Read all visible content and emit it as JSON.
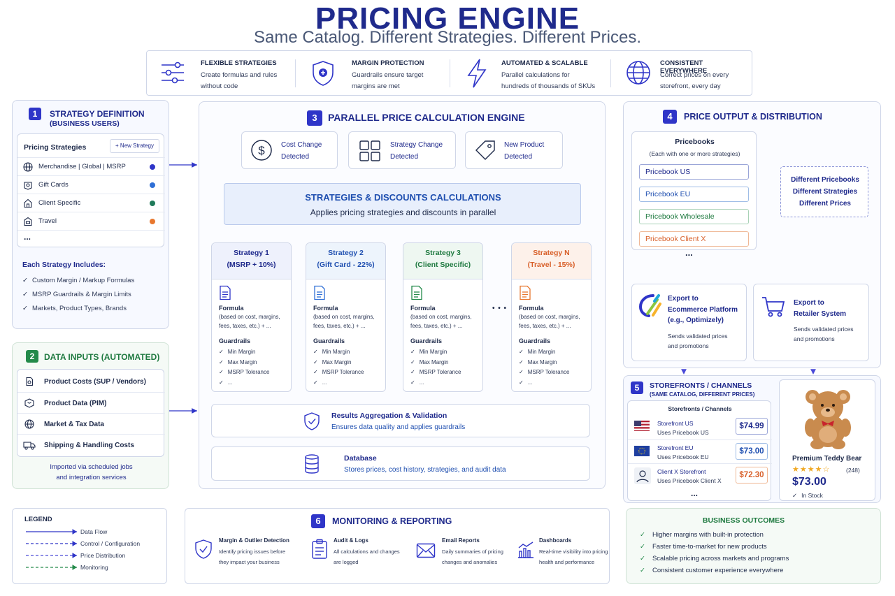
{
  "header": {
    "title": "PRICING ENGINE",
    "subtitle": "Same Catalog. Different Strategies. Different Prices."
  },
  "features": [
    {
      "title": "FLEXIBLE STRATEGIES",
      "desc1": "Create formulas and rules",
      "desc2": "without code",
      "icon": "sliders-icon"
    },
    {
      "title": "MARGIN PROTECTION",
      "desc1": "Guardrails ensure target",
      "desc2": "margins are met",
      "icon": "shield-icon"
    },
    {
      "title": "AUTOMATED & SCALABLE",
      "desc1": "Parallel calculations for",
      "desc2": "hundreds of thousands of SKUs",
      "icon": "lightning-icon"
    },
    {
      "title": "CONSISTENT EVERYWHERE",
      "desc1": "Correct prices on every",
      "desc2": "storefront, every day",
      "icon": "globe-icon"
    }
  ],
  "strategy_definition": {
    "number": "1",
    "title1": "STRATEGY DEFINITION",
    "title2": "(BUSINESS USERS)",
    "list_title": "Pricing Strategies",
    "new_button": "+ New Strategy",
    "items": [
      {
        "label": "Merchandise | Global | MSRP",
        "color": "#2f35c8",
        "icon": "globe-icon"
      },
      {
        "label": "Gift Cards",
        "color": "#2f6fd6",
        "icon": "gift-icon"
      },
      {
        "label": "Client Specific",
        "color": "#1f7a5a",
        "icon": "home-icon"
      },
      {
        "label": "Travel",
        "color": "#e8772e",
        "icon": "bag-icon"
      }
    ],
    "more": "...",
    "includes_title": "Each Strategy Includes:",
    "includes": [
      "Custom Margin / Markup Formulas",
      "MSRP Guardrails & Margin Limits",
      "Markets, Product Types, Brands"
    ]
  },
  "data_inputs": {
    "number": "2",
    "title": "DATA INPUTS (AUTOMATED)",
    "items": [
      {
        "label": "Product Costs (SUP / Vendors)",
        "icon": "cost-icon"
      },
      {
        "label": "Product Data (PIM)",
        "icon": "box-icon"
      },
      {
        "label": "Market & Tax Data",
        "icon": "globe-icon"
      },
      {
        "label": "Shipping & Handling Costs",
        "icon": "truck-icon"
      }
    ],
    "footer1": "Imported via scheduled jobs",
    "footer2": "and integration services"
  },
  "engine": {
    "number": "3",
    "title": "PARALLEL PRICE CALCULATION ENGINE",
    "triggers": [
      {
        "line1": "Cost Change",
        "line2": "Detected",
        "icon": "dollar-icon"
      },
      {
        "line1": "Strategy Change",
        "line2": "Detected",
        "icon": "grid-icon"
      },
      {
        "line1": "New Product",
        "line2": "Detected",
        "icon": "tag-icon"
      }
    ],
    "calc_title": "STRATEGIES & DISCOUNTS CALCULATIONS",
    "calc_sub": "Applies pricing strategies and discounts in parallel",
    "strategies": [
      {
        "name": "Strategy 1",
        "detail": "(MSRP + 10%)",
        "color": "#1f2a8c",
        "bg": "#eef1fc",
        "icon_color": "#2f35c8"
      },
      {
        "name": "Strategy 2",
        "detail": "(Gift Card - 22%)",
        "color": "#1f4fb0",
        "bg": "#edf4fc",
        "icon_color": "#2f6fd6"
      },
      {
        "name": "Strategy 3",
        "detail": "(Client Specific)",
        "color": "#1f7a40",
        "bg": "#eef7f1",
        "icon_color": "#238a4a"
      },
      {
        "name": "Strategy N",
        "detail": "(Travel - 15%)",
        "color": "#d8602a",
        "bg": "#fdf1ea",
        "icon_color": "#e8772e"
      }
    ],
    "formula_label": "Formula",
    "formula_desc1": "(based on cost, margins,",
    "formula_desc2": "fees, taxes, etc.) + ...",
    "guardrails_label": "Guardrails",
    "guardrails": [
      "Min Margin",
      "Max Margin",
      "MSRP Tolerance",
      "..."
    ],
    "ellipsis": "• • •",
    "results_title": "Results Aggregation & Validation",
    "results_sub": "Ensures data quality and applies guardrails",
    "db_title": "Database",
    "db_sub": "Stores prices, cost history, strategies, and audit data"
  },
  "output": {
    "number": "4",
    "title": "PRICE OUTPUT & DISTRIBUTION",
    "pricebooks_title": "Pricebooks",
    "pricebooks_sub": "(Each with one or more strategies)",
    "pricebooks": [
      {
        "label": "Pricebook US",
        "color": "#1f2a8c",
        "border": "#9aa5d8"
      },
      {
        "label": "Pricebook EU",
        "color": "#1f4fb0",
        "border": "#9fbde6"
      },
      {
        "label": "Pricebook Wholesale",
        "color": "#1f7a40",
        "border": "#a9d2b6"
      },
      {
        "label": "Pricebook Client X",
        "color": "#d8602a",
        "border": "#efb896"
      }
    ],
    "more": "...",
    "callout": [
      "Different Pricebooks",
      "Different Strategies",
      "Different Prices"
    ],
    "export1": {
      "l1": "Export to",
      "l2": "Ecommerce Platform",
      "l3": "(e.g., Optimizely)",
      "d1": "Sends validated prices",
      "d2": "and promotions"
    },
    "export2": {
      "l1": "Export to",
      "l2": "Retailer System",
      "d1": "Sends validated prices",
      "d2": "and promotions"
    }
  },
  "storefronts": {
    "number": "5",
    "title1": "STOREFRONTS / CHANNELS",
    "title2": "(SAME CATALOG, DIFFERENT PRICES)",
    "list_title": "Storefronts / Channels",
    "items": [
      {
        "name": "Storefront US",
        "sub": "Uses Pricebook US",
        "price": "$74.99",
        "flag": "us-flag-icon"
      },
      {
        "name": "Storefront EU",
        "sub": "Uses Pricebook EU",
        "price": "$73.00",
        "flag": "eu-flag-icon"
      },
      {
        "name": "Client X Storefront",
        "sub": "Uses Pricebook Client X",
        "price": "$72.30",
        "flag": "user-icon"
      }
    ],
    "more": "...",
    "product": {
      "name": "Premium Teddy Bear",
      "stars": "★★★★☆",
      "reviews": "(248)",
      "price": "$73.00",
      "stock": "In Stock",
      "rating": 4.5
    }
  },
  "monitoring": {
    "number": "6",
    "title": "MONITORING & REPORTING",
    "items": [
      {
        "title": "Margin & Outlier Detection",
        "d1": "Identify pricing issues before",
        "d2": "they impact your business",
        "icon": "shield-check-icon"
      },
      {
        "title": "Audit & Logs",
        "d1": "All calculations and changes",
        "d2": "are logged",
        "icon": "clipboard-icon"
      },
      {
        "title": "Email Reports",
        "d1": "Daily summaries of pricing",
        "d2": "changes and anomalies",
        "icon": "email-icon"
      },
      {
        "title": "Dashboards",
        "d1": "Real-time visibility into pricing",
        "d2": "health and performance",
        "icon": "chart-icon"
      }
    ]
  },
  "legend": {
    "title": "LEGEND",
    "items": [
      {
        "label": "Data Flow",
        "color": "#2f35c8",
        "style": "solid"
      },
      {
        "label": "Control / Configuration",
        "color": "#2f35c8",
        "style": "dashed"
      },
      {
        "label": "Price Distribution",
        "color": "#4a4ad8",
        "style": "dashed"
      },
      {
        "label": "Monitoring",
        "color": "#238a4a",
        "style": "dashed"
      }
    ]
  },
  "outcomes": {
    "title": "BUSINESS OUTCOMES",
    "items": [
      "Higher margins with built-in protection",
      "Faster time-to-market for new products",
      "Scalable pricing across markets and programs",
      "Consistent customer experience everywhere"
    ]
  },
  "colors": {
    "primary": "#1f2a8c",
    "accent": "#2f35c8",
    "green": "#238a4a",
    "orange": "#e8772e"
  }
}
